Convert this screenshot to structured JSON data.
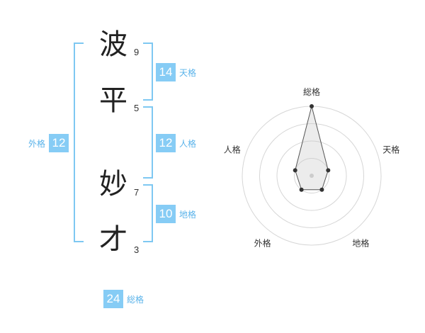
{
  "name": {
    "characters": [
      {
        "char": "波",
        "strokes": "9"
      },
      {
        "char": "平",
        "strokes": "5"
      },
      {
        "char": "妙",
        "strokes": "7"
      },
      {
        "char": "才",
        "strokes": "3"
      }
    ]
  },
  "scores": {
    "tenkaku": {
      "value": "14",
      "label": "天格"
    },
    "jinkaku": {
      "value": "12",
      "label": "人格"
    },
    "chikaku": {
      "value": "10",
      "label": "地格"
    },
    "gaikaku": {
      "value": "12",
      "label": "外格"
    },
    "soukaku": {
      "value": "24",
      "label": "総格"
    }
  },
  "chart_data": {
    "type": "radar",
    "axes": [
      "総格",
      "天格",
      "地格",
      "外格",
      "人格"
    ],
    "values": [
      4,
      1,
      1,
      1,
      1
    ],
    "max": 4,
    "grid": true
  },
  "colors": {
    "accent": "#86ccf5",
    "accent_text": "#5ab3ea",
    "bracket": "#7ec8f2"
  }
}
